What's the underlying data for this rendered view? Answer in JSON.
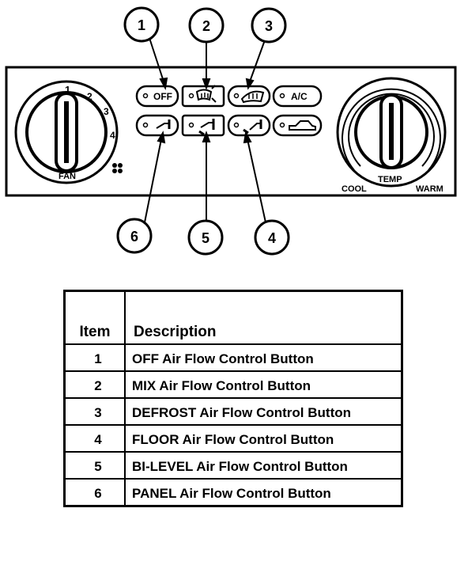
{
  "panel": {
    "fan_label": "FAN",
    "fan_speeds": [
      "1",
      "2",
      "3",
      "4"
    ],
    "button_off": "OFF",
    "button_ac": "A/C",
    "temp_label": "TEMP",
    "cool_label": "COOL",
    "warm_label": "WARM"
  },
  "callouts": [
    "1",
    "2",
    "3",
    "4",
    "5",
    "6"
  ],
  "legend": {
    "header_item": "Item",
    "header_description": "Description",
    "rows": [
      {
        "item": "1",
        "description": "OFF Air Flow Control Button"
      },
      {
        "item": "2",
        "description": "MIX Air Flow Control Button"
      },
      {
        "item": "3",
        "description": "DEFROST Air Flow Control Button"
      },
      {
        "item": "4",
        "description": "FLOOR Air Flow Control Button"
      },
      {
        "item": "5",
        "description": "BI-LEVEL Air Flow Control Button"
      },
      {
        "item": "6",
        "description": "PANEL Air Flow Control Button"
      }
    ]
  }
}
